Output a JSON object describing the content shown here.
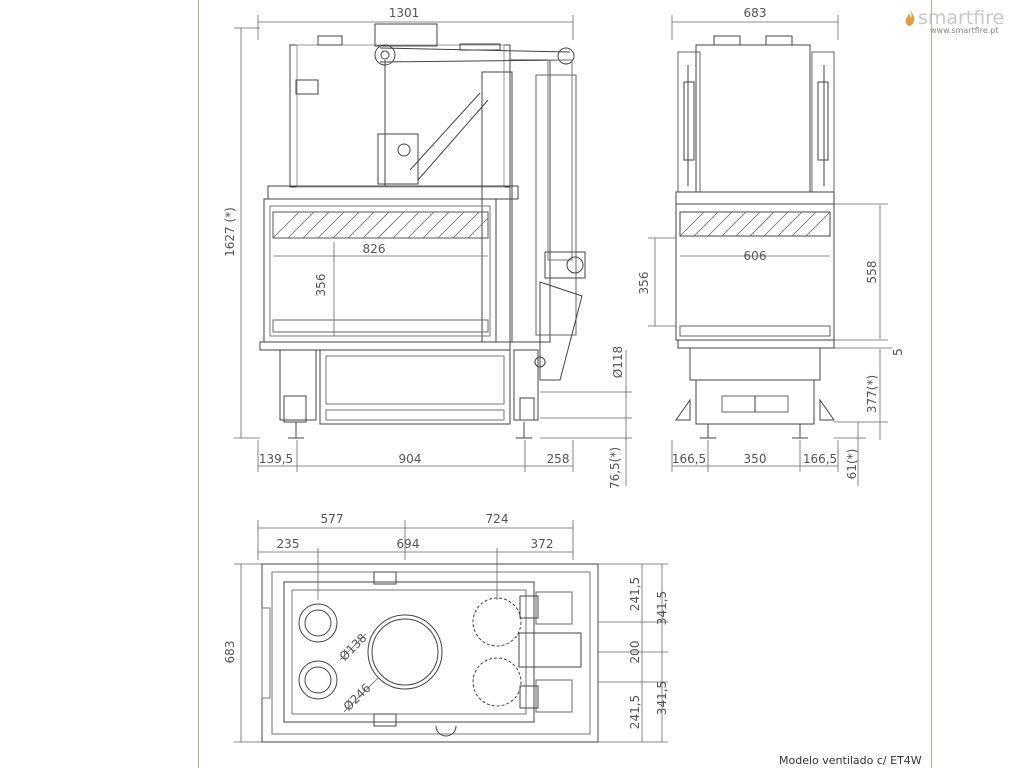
{
  "brand": {
    "name": "smartfire",
    "url": "www.smartfire.pt",
    "accent": "#e69a3b"
  },
  "caption": "Modelo ventilado c/ ET4W",
  "front_view": {
    "top_width": "1301",
    "height": "1627 (*)",
    "glass_width": "826",
    "glass_height": "356",
    "outlet_diameter": "Ø118",
    "bottom_left": "139,5",
    "bottom_mid": "904",
    "bottom_right": "258",
    "foot_height": "76,5(*)"
  },
  "side_view": {
    "top_width": "683",
    "glass_width": "606",
    "glass_height": "356",
    "total_height": "558",
    "offset": "5",
    "base_height": "377(*)",
    "bottom_left": "166,5",
    "bottom_mid": "350",
    "bottom_right": "166,5",
    "foot_height": "61(*)"
  },
  "top_view": {
    "left_width": "577",
    "right_width": "724",
    "dim_235": "235",
    "dim_694": "694",
    "dim_372": "372",
    "depth": "683",
    "r1": "241,5",
    "r2": "341,5",
    "r3": "200",
    "r4": "241,5",
    "r5": "341,5",
    "d_small": "Ø138",
    "d_large": "Ø246"
  }
}
